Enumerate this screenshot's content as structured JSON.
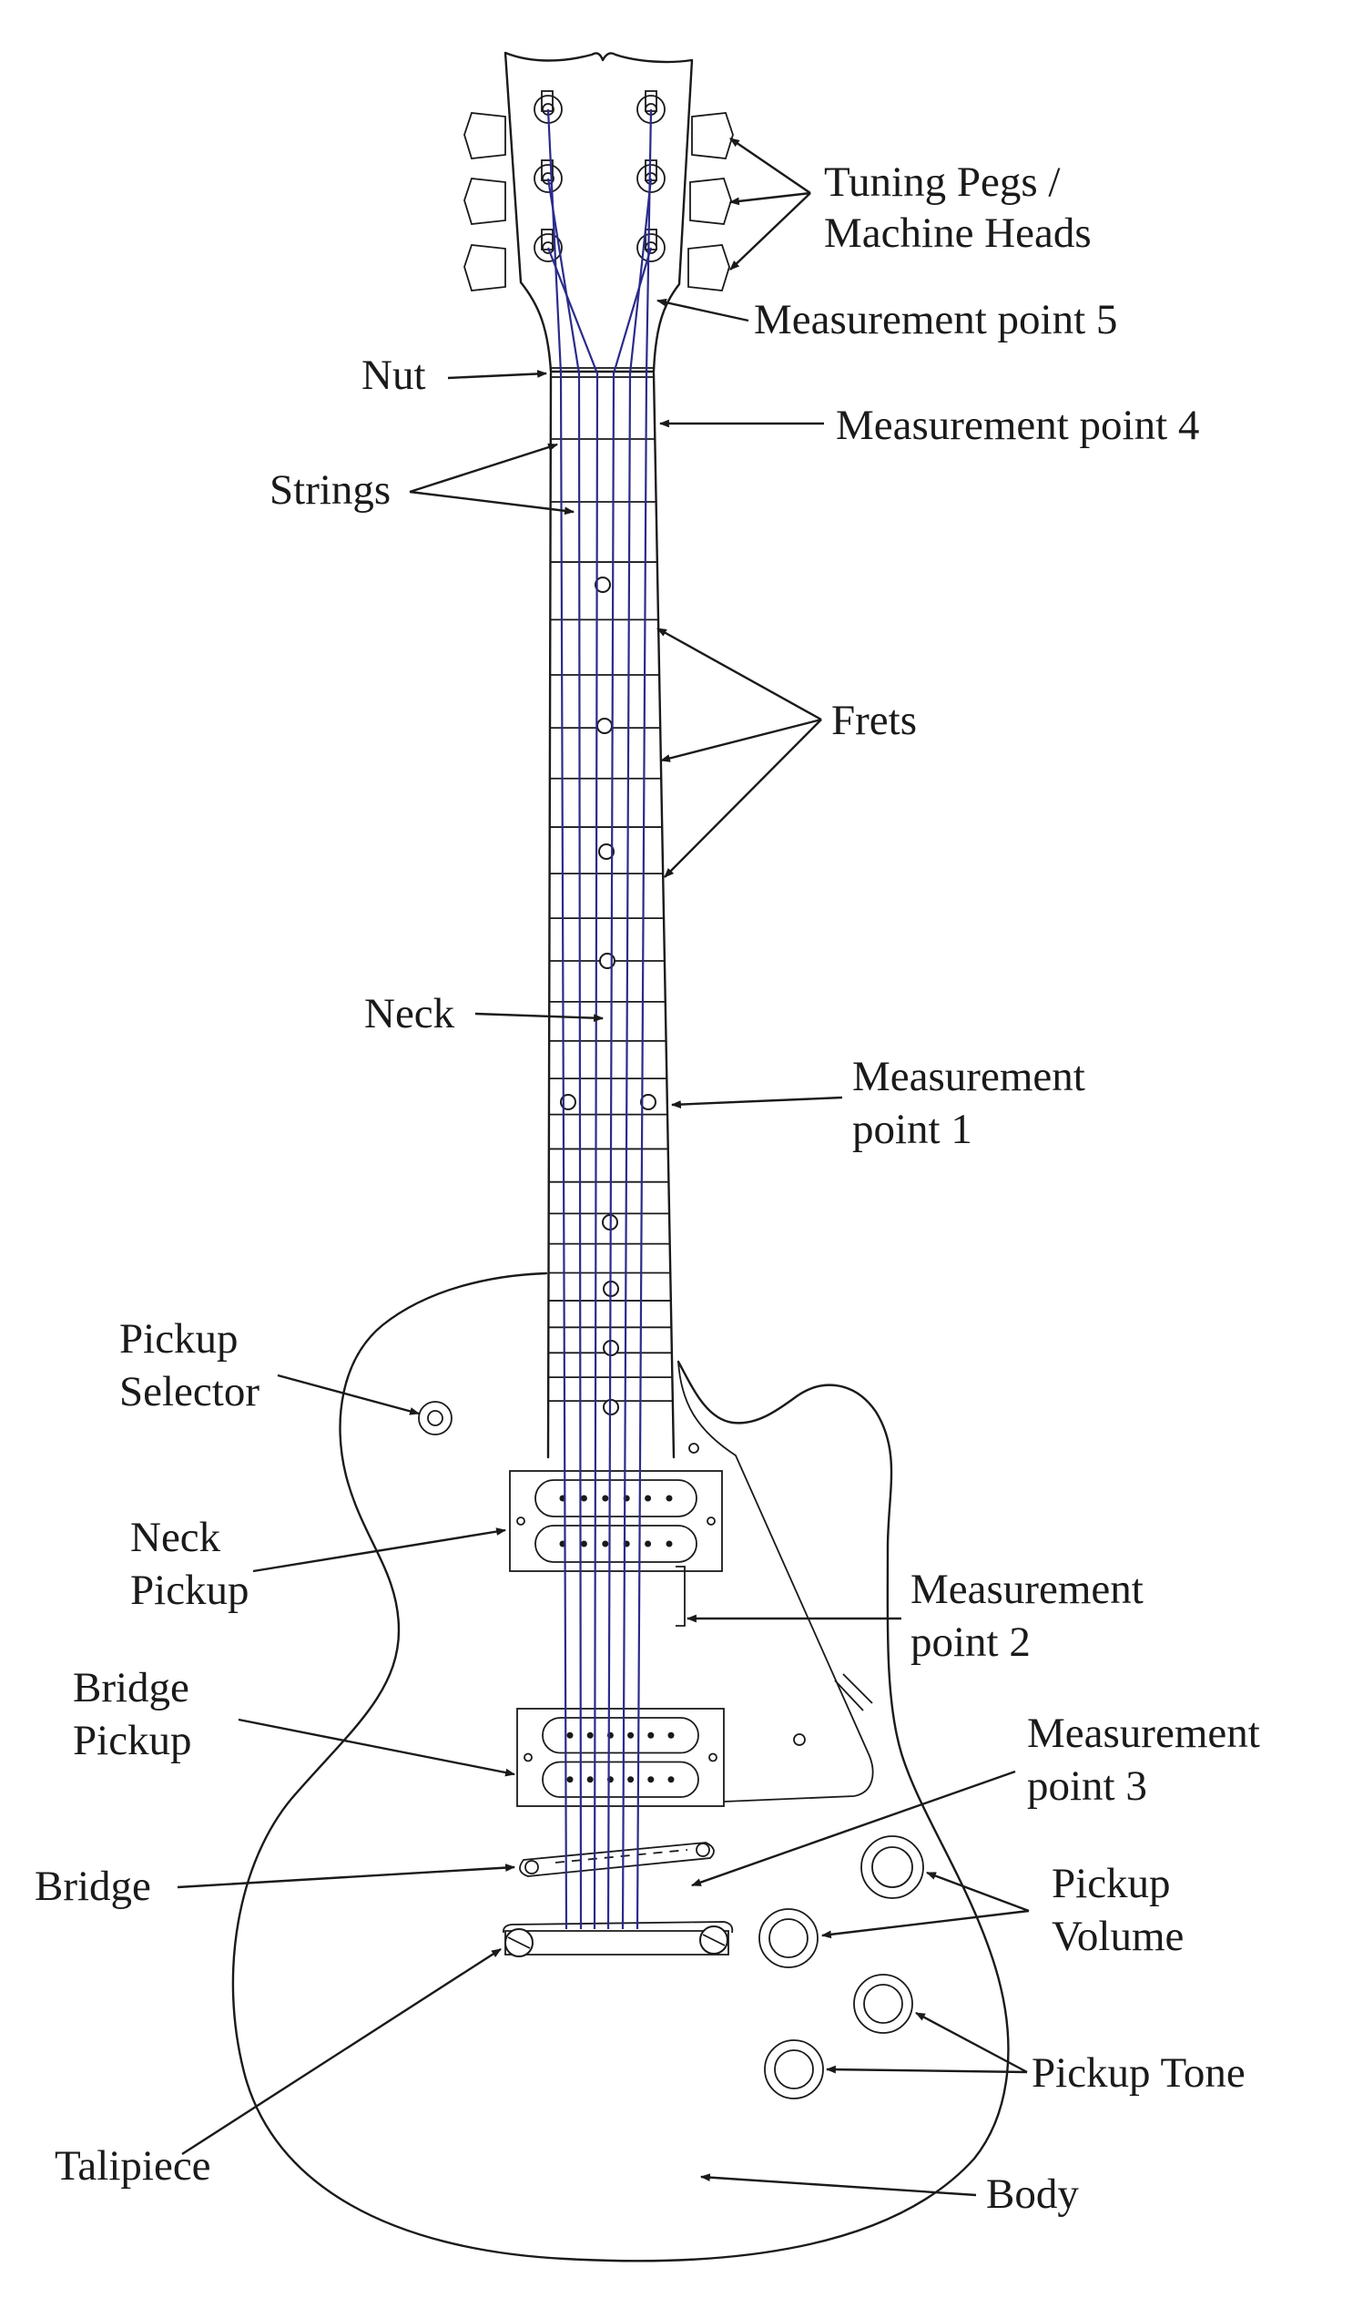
{
  "labels": {
    "tuning_pegs": [
      "Tuning Pegs /",
      "Machine Heads"
    ],
    "measurement_point_5": "Measurement point 5",
    "nut": "Nut",
    "measurement_point_4": "Measurement point 4",
    "strings": "Strings",
    "frets": "Frets",
    "neck": "Neck",
    "measurement_point_1": [
      "Measurement",
      "point 1"
    ],
    "pickup_selector": [
      "Pickup",
      "Selector"
    ],
    "neck_pickup": [
      "Neck",
      "Pickup"
    ],
    "measurement_point_2": [
      "Measurement",
      "point 2"
    ],
    "bridge_pickup": [
      "Bridge",
      "Pickup"
    ],
    "measurement_point_3": [
      "Measurement",
      "point 3"
    ],
    "bridge": "Bridge",
    "pickup_volume": [
      "Pickup",
      "Volume"
    ],
    "pickup_tone": "Pickup Tone",
    "talipiece": "Talipiece",
    "body": "Body"
  },
  "colors": {
    "line": "#1a1a1a",
    "strings": "#2b2b8c",
    "background": "#ffffff"
  }
}
